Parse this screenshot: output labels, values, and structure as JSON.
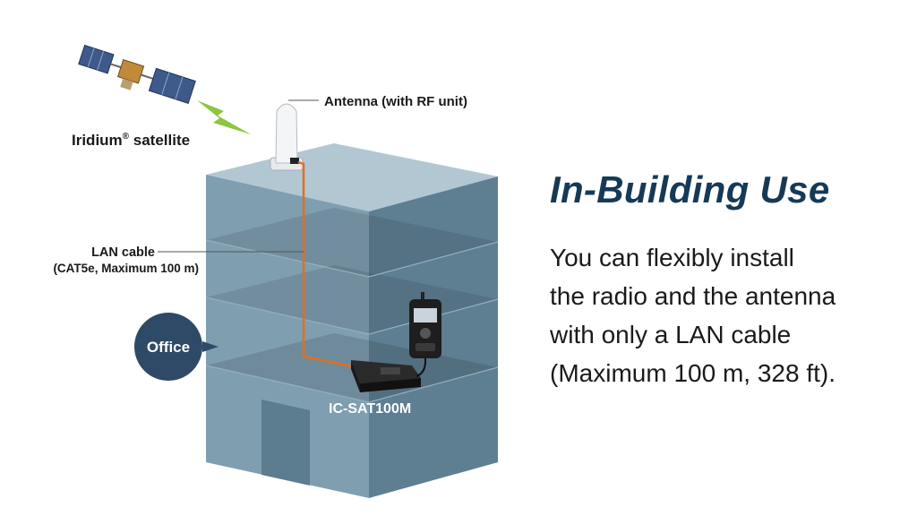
{
  "diagram": {
    "satellite_label": "Iridium",
    "satellite_label_mark": "®",
    "satellite_label_suffix": " satellite",
    "antenna_label": "Antenna (with RF unit)",
    "lan_label_line1": "LAN cable",
    "lan_label_line2": "(CAT5e, Maximum 100 m)",
    "office_label": "Office",
    "device_label": "IC-SAT100M"
  },
  "info": {
    "heading": "In-Building Use",
    "body_lines": [
      "You can flexibly install",
      "the radio and the antenna",
      "with only a LAN cable",
      "(Maximum 100 m, 328 ft)."
    ]
  },
  "colors": {
    "heading": "#163a56",
    "cable": "#e0701e",
    "office_badge": "#2f4a66",
    "signal": "#8cc63f",
    "building_front": "#7f9eb0",
    "building_side": "#5e7f92",
    "building_top": "#a9bfcb"
  },
  "icons": [
    "satellite-icon",
    "signal-bolt-icon",
    "antenna-icon",
    "radio-unit-icon",
    "handheld-mic-icon"
  ]
}
